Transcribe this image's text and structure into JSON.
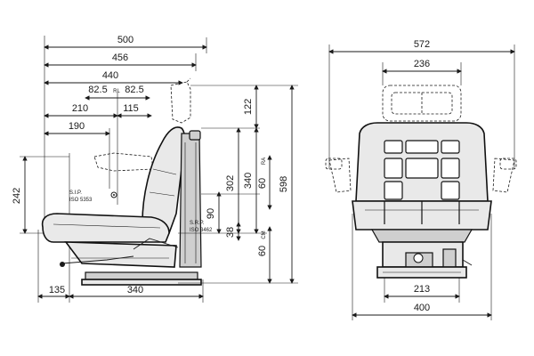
{
  "side_view": {
    "dim_500": "500",
    "dim_456": "456",
    "dim_440": "440",
    "dim_82_5_left": "82.5",
    "dim_82_5_mid": "RL",
    "dim_82_5_right": "82.5",
    "dim_210": "210",
    "dim_115": "115",
    "dim_190": "190",
    "dim_122": "122",
    "dim_302": "302",
    "dim_340_vert": "340",
    "dim_60_ra": "60",
    "dim_ra": "RA",
    "dim_598": "598",
    "dim_242": "242",
    "dim_90": "90",
    "dim_38": "38",
    "dim_60_cm": "60",
    "dim_cm": "CM",
    "dim_135": "135",
    "dim_340_horiz": "340",
    "sip_label": "S.I.P.",
    "sip_std": "ISO 5353",
    "srp_label": "S.R.P.",
    "srp_std": "ISO 3462"
  },
  "front_view": {
    "dim_572": "572",
    "dim_236": "236",
    "dim_213": "213",
    "dim_400": "400"
  }
}
